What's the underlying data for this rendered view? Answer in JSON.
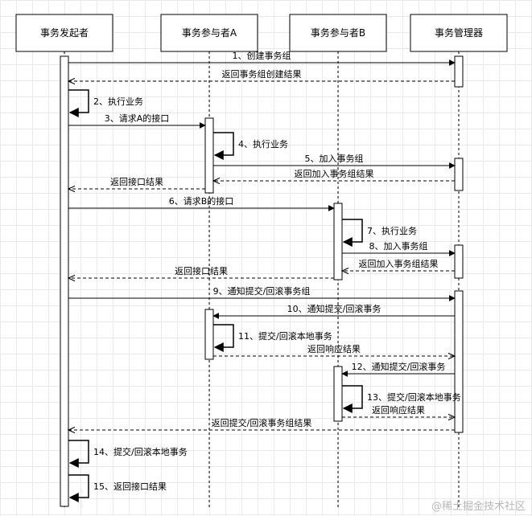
{
  "participants": [
    {
      "id": "initiator",
      "label": "事务发起者"
    },
    {
      "id": "a",
      "label": "事务参与者A"
    },
    {
      "id": "b",
      "label": "事务参与者B"
    },
    {
      "id": "manager",
      "label": "事务管理器"
    }
  ],
  "messages": [
    {
      "id": "m1",
      "from": "initiator",
      "to": "manager",
      "label": "1、创建事务组",
      "style": "solid"
    },
    {
      "id": "m2",
      "from": "manager",
      "to": "initiator",
      "label": "返回事务组创建结果",
      "style": "dashed"
    },
    {
      "id": "m3",
      "from": "initiator",
      "to": "initiator",
      "label": "2、执行业务",
      "style": "self"
    },
    {
      "id": "m4",
      "from": "initiator",
      "to": "a",
      "label": "3、请求A的接口",
      "style": "solid"
    },
    {
      "id": "m5",
      "from": "a",
      "to": "a",
      "label": "4、执行业务",
      "style": "self"
    },
    {
      "id": "m6",
      "from": "a",
      "to": "manager",
      "label": "5、加入事务组",
      "style": "solid"
    },
    {
      "id": "m7",
      "from": "manager",
      "to": "a",
      "label": "返回加入事务组结果",
      "style": "dashed"
    },
    {
      "id": "m8",
      "from": "a",
      "to": "initiator",
      "label": "返回接口结果",
      "style": "dashed"
    },
    {
      "id": "m9",
      "from": "initiator",
      "to": "b",
      "label": "6、请求B的接口",
      "style": "solid"
    },
    {
      "id": "m10",
      "from": "b",
      "to": "b",
      "label": "7、执行业务",
      "style": "self"
    },
    {
      "id": "m11",
      "from": "b",
      "to": "manager",
      "label": "8、加入事务组",
      "style": "solid"
    },
    {
      "id": "m12",
      "from": "manager",
      "to": "b",
      "label": "返回加入事务组结果",
      "style": "dashed"
    },
    {
      "id": "m13",
      "from": "b",
      "to": "initiator",
      "label": "返回接口结果",
      "style": "dashed"
    },
    {
      "id": "m14",
      "from": "initiator",
      "to": "manager",
      "label": "9、通知提交/回滚事务组",
      "style": "solid"
    },
    {
      "id": "m15",
      "from": "manager",
      "to": "a",
      "label": "10、通知提交/回滚事务",
      "style": "solid"
    },
    {
      "id": "m16",
      "from": "a",
      "to": "a",
      "label": "11、提交/回滚本地事务",
      "style": "self"
    },
    {
      "id": "m17",
      "from": "a",
      "to": "manager",
      "label": "返回响应结果",
      "style": "dashed"
    },
    {
      "id": "m18",
      "from": "manager",
      "to": "b",
      "label": "12、通知提交/回滚事务",
      "style": "solid"
    },
    {
      "id": "m19",
      "from": "b",
      "to": "b",
      "label": "13、提交/回滚本地事务",
      "style": "self"
    },
    {
      "id": "m20",
      "from": "b",
      "to": "manager",
      "label": "返回响应结果",
      "style": "dashed"
    },
    {
      "id": "m21",
      "from": "manager",
      "to": "initiator",
      "label": "返回提交/回滚事务组结果",
      "style": "dashed"
    },
    {
      "id": "m22",
      "from": "initiator",
      "to": "initiator",
      "label": "14、提交/回滚本地事务",
      "style": "self"
    },
    {
      "id": "m23",
      "from": "initiator",
      "to": "initiator",
      "label": "15、返回接口结果",
      "style": "self"
    }
  ],
  "watermark": "@稀土掘金技术社区"
}
